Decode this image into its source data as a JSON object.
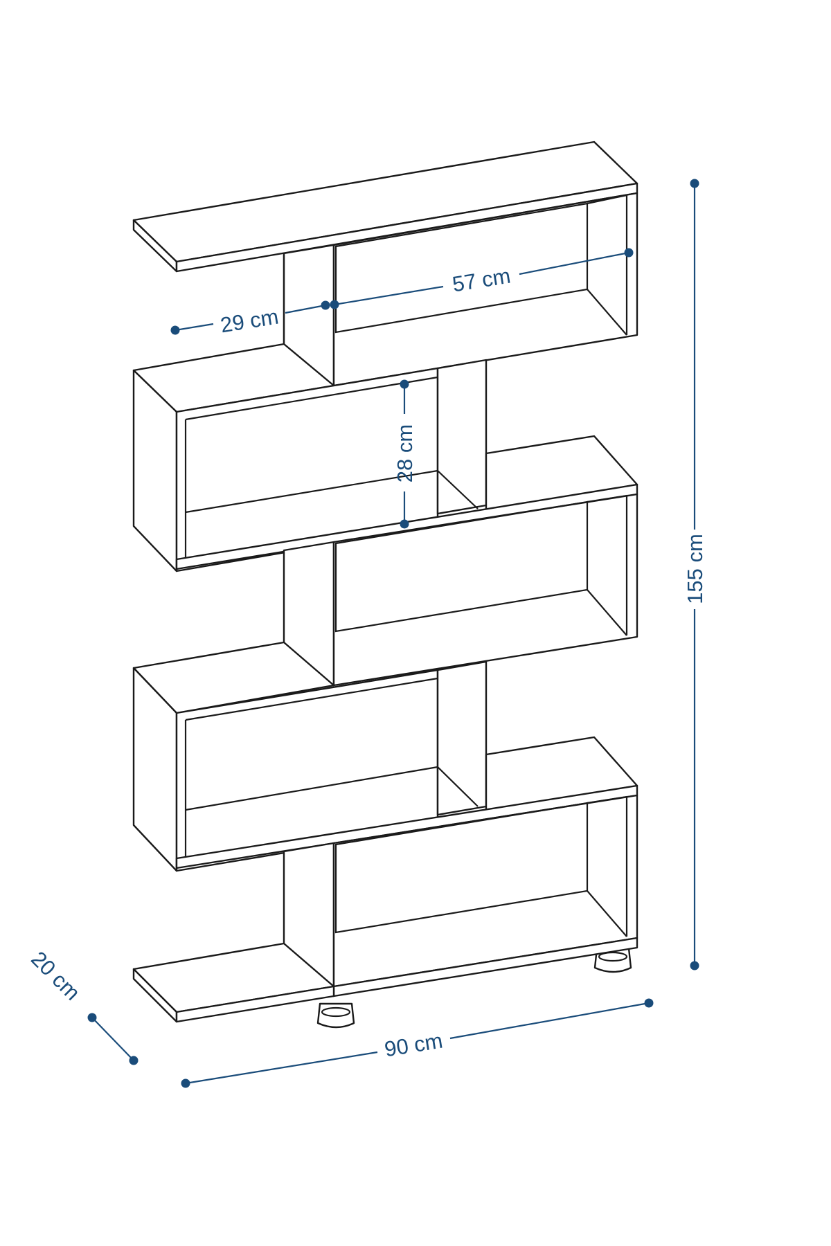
{
  "diagram": {
    "dimension_labels": {
      "depth_top": "29 cm",
      "shelf_width": "57 cm",
      "compartment_height": "28 cm",
      "total_height": "155 cm",
      "total_width": "90 cm",
      "total_depth": "20 cm"
    },
    "colors": {
      "dimension": "#1a4c7a",
      "outline": "#1a1a1a",
      "background": "#ffffff"
    }
  }
}
